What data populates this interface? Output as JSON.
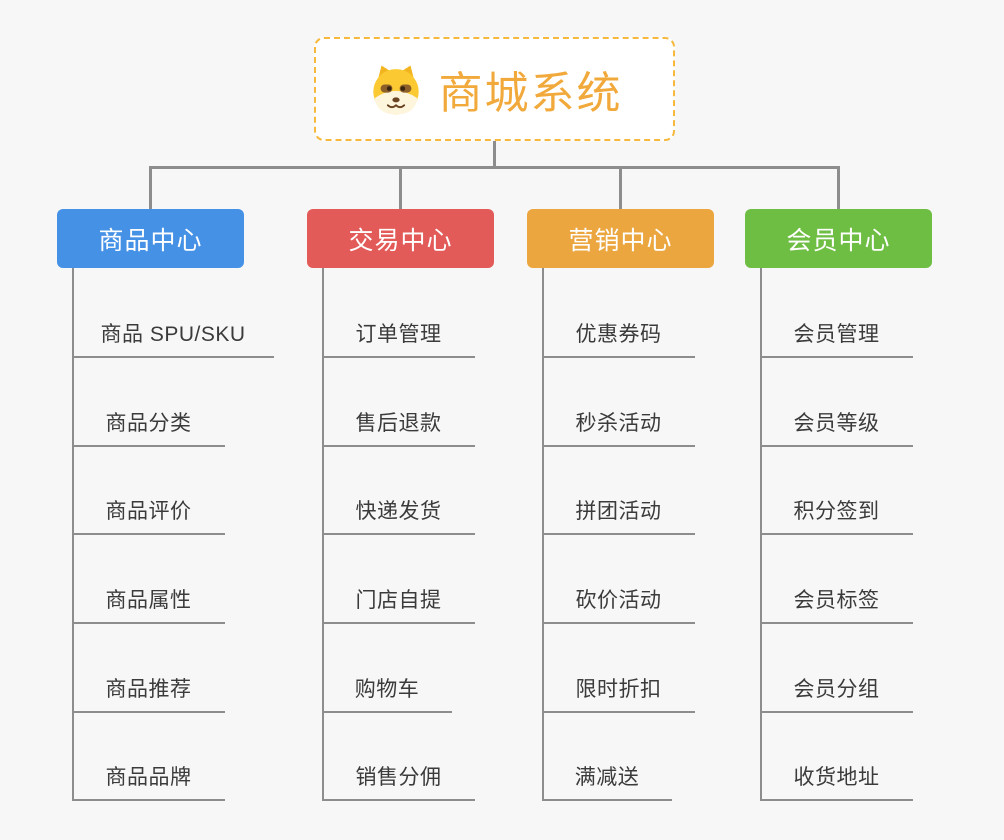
{
  "root": {
    "title": "商城系统",
    "icon": "dog-face-icon",
    "title_color": "#f2a93b",
    "border_color": "#f6b93d"
  },
  "connector_color": "#8d8d8d",
  "branches": [
    {
      "label": "商品中心",
      "color": "#4591e6",
      "children": [
        "商品 SPU/SKU",
        "商品分类",
        "商品评价",
        "商品属性",
        "商品推荐",
        "商品品牌"
      ]
    },
    {
      "label": "交易中心",
      "color": "#e25b58",
      "children": [
        "订单管理",
        "售后退款",
        "快递发货",
        "门店自提",
        "购物车",
        "销售分佣"
      ]
    },
    {
      "label": "营销中心",
      "color": "#eba640",
      "children": [
        "优惠券码",
        "秒杀活动",
        "拼团活动",
        "砍价活动",
        "限时折扣",
        "满减送"
      ]
    },
    {
      "label": "会员中心",
      "color": "#6fbe44",
      "children": [
        "会员管理",
        "会员等级",
        "积分签到",
        "会员标签",
        "会员分组",
        "收货地址"
      ]
    }
  ]
}
